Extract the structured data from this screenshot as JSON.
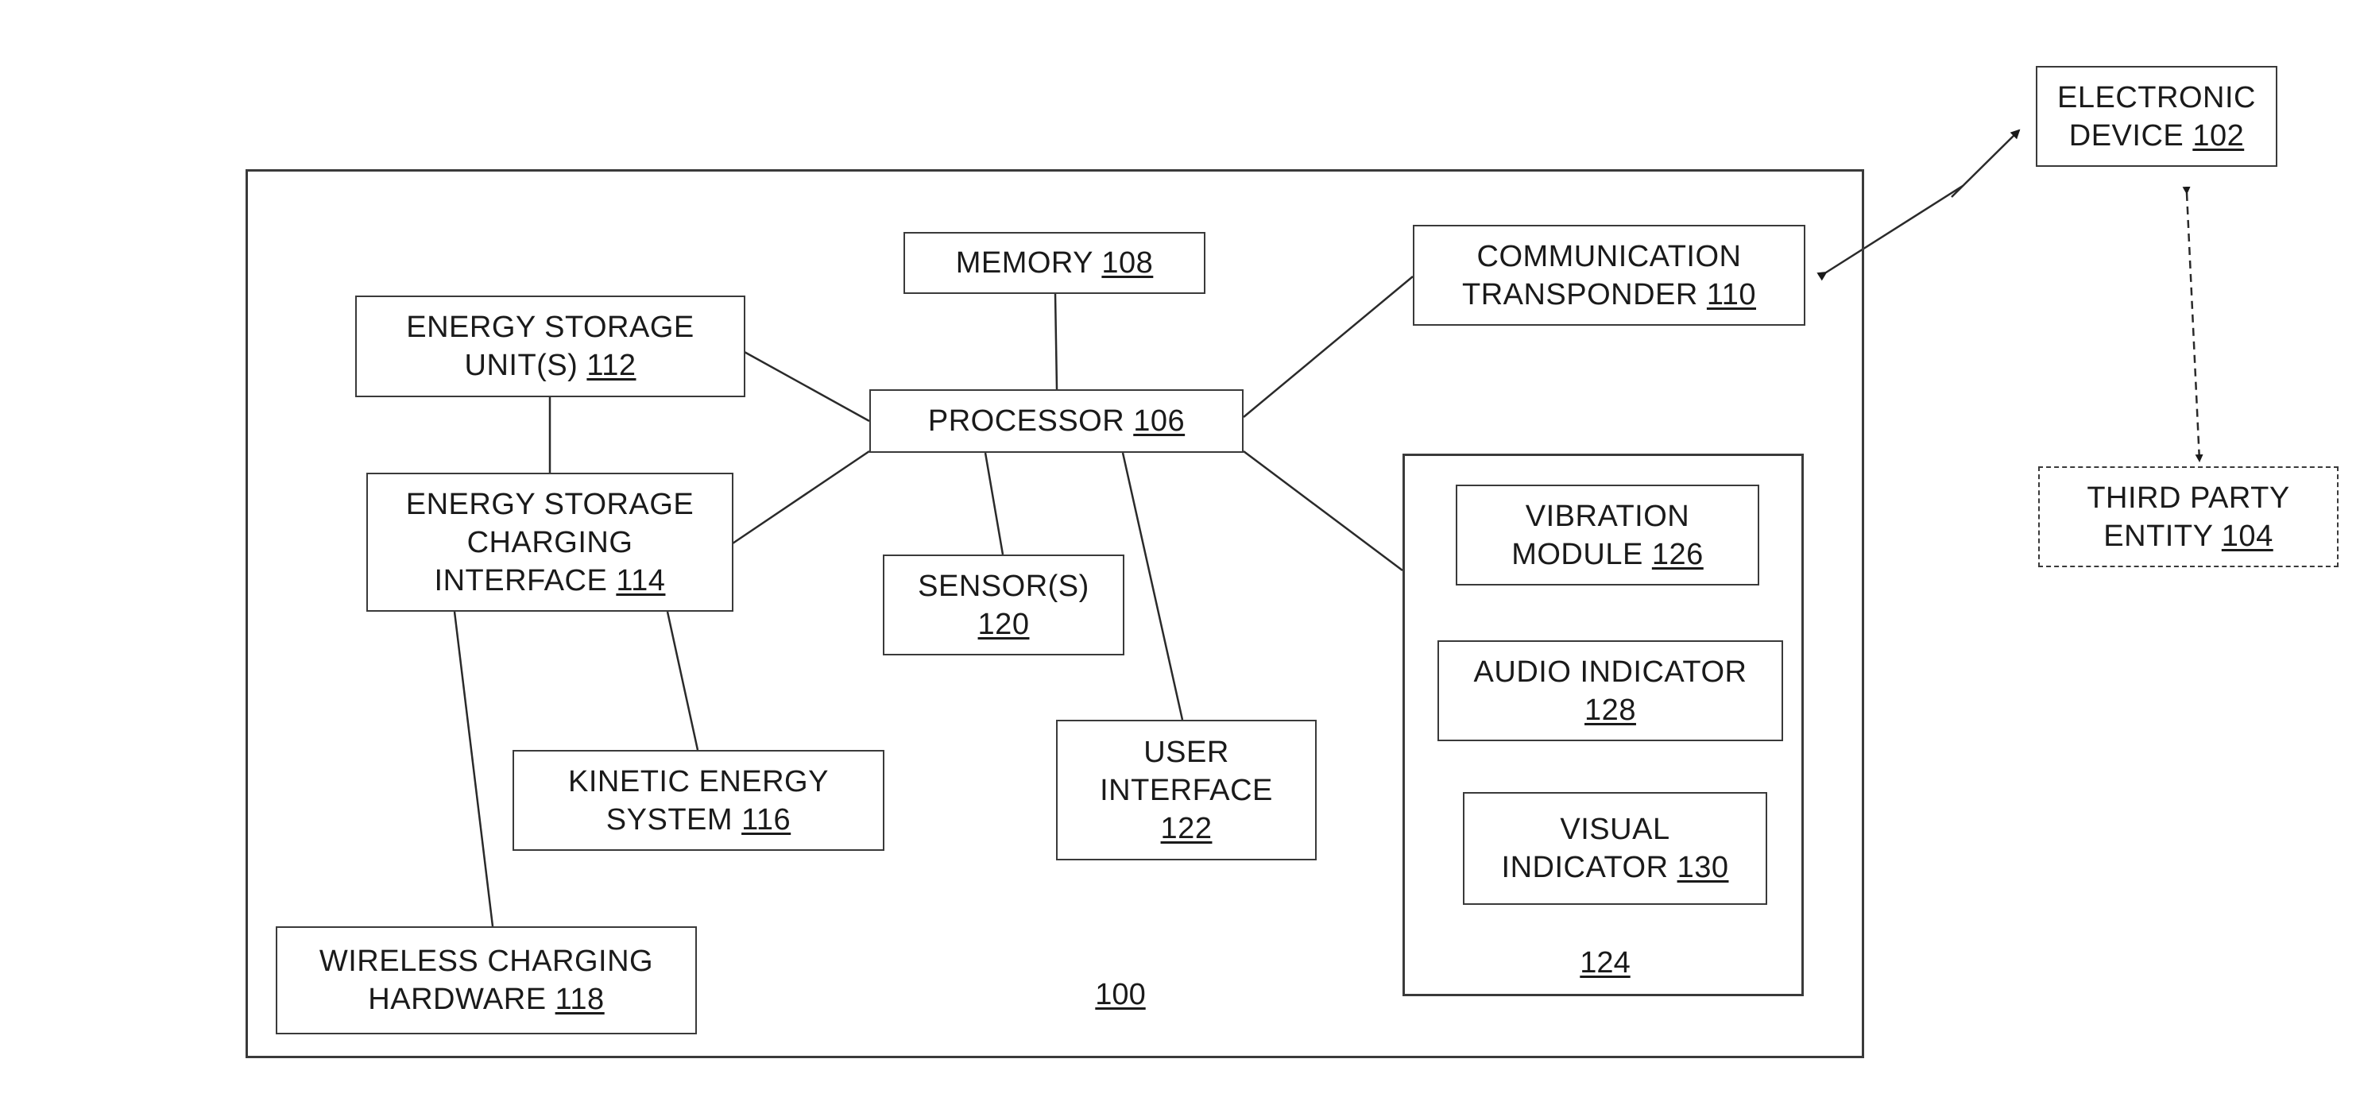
{
  "system": {
    "ref": "100"
  },
  "electronic_device": {
    "line1": "ELECTRONIC",
    "line2": "DEVICE ",
    "ref": "102"
  },
  "third_party": {
    "line1": "THIRD PARTY",
    "line2": "ENTITY ",
    "ref": "104"
  },
  "processor": {
    "line1": "PROCESSOR ",
    "ref": "106"
  },
  "memory": {
    "line1": "MEMORY ",
    "ref": "108"
  },
  "transponder": {
    "line1": "COMMUNICATION",
    "line2": "TRANSPONDER ",
    "ref": "110"
  },
  "energy_storage": {
    "line1": "ENERGY STORAGE",
    "line2": "UNIT(S) ",
    "ref": "112"
  },
  "charging_interface": {
    "line1": "ENERGY STORAGE",
    "line2": "CHARGING",
    "line3": "INTERFACE ",
    "ref": "114"
  },
  "kinetic": {
    "line1": "KINETIC ENERGY",
    "line2": "SYSTEM ",
    "ref": "116"
  },
  "wireless": {
    "line1": "WIRELESS CHARGING",
    "line2": "HARDWARE ",
    "ref": "118"
  },
  "sensors": {
    "line1": "SENSOR(S)",
    "ref": "120"
  },
  "user_interface": {
    "line1": "USER",
    "line2": "INTERFACE",
    "ref": "122"
  },
  "indicator_group": {
    "ref": "124"
  },
  "vibration": {
    "line1": "VIBRATION",
    "line2": "MODULE ",
    "ref": "126"
  },
  "audio": {
    "line1": "AUDIO INDICATOR",
    "ref": "128"
  },
  "visual": {
    "line1": "VISUAL",
    "line2": "INDICATOR ",
    "ref": "130"
  }
}
